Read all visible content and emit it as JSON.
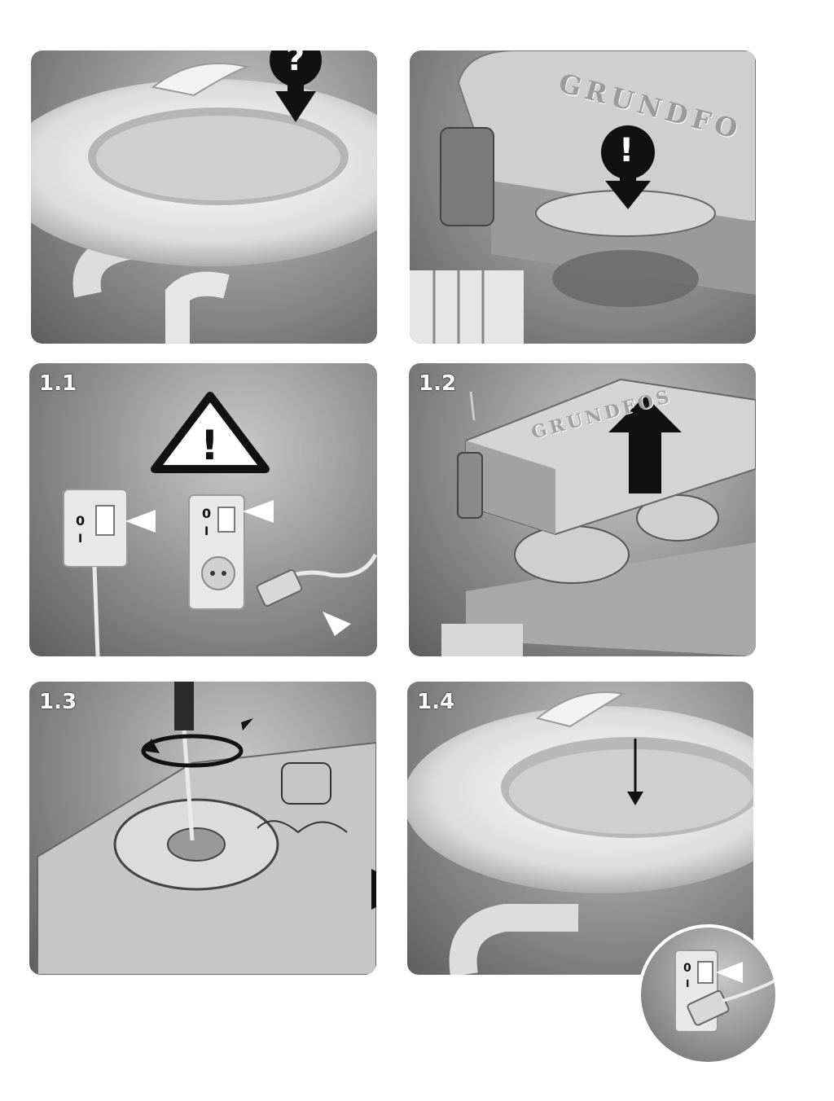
{
  "panels": [
    {
      "id": "p0",
      "label": ""
    },
    {
      "id": "p1",
      "label": "",
      "brand": "GRUNDFO"
    },
    {
      "id": "p2",
      "label": "1.1",
      "switch_on": "0",
      "switch_off": "I"
    },
    {
      "id": "p3",
      "label": "1.2",
      "brand": "GRUNDFOS"
    },
    {
      "id": "p4",
      "label": "1.3"
    },
    {
      "id": "p5",
      "label": "1.4",
      "switch_on": "0",
      "switch_off": "I"
    }
  ],
  "icons": {
    "question": "?",
    "exclamation": "!",
    "warning": "!"
  },
  "colors": {
    "panel_dark": "#5e5e5e",
    "panel_light": "#c9c9c9",
    "arrow": "#111111",
    "porcelain": "#f4f4f4"
  }
}
